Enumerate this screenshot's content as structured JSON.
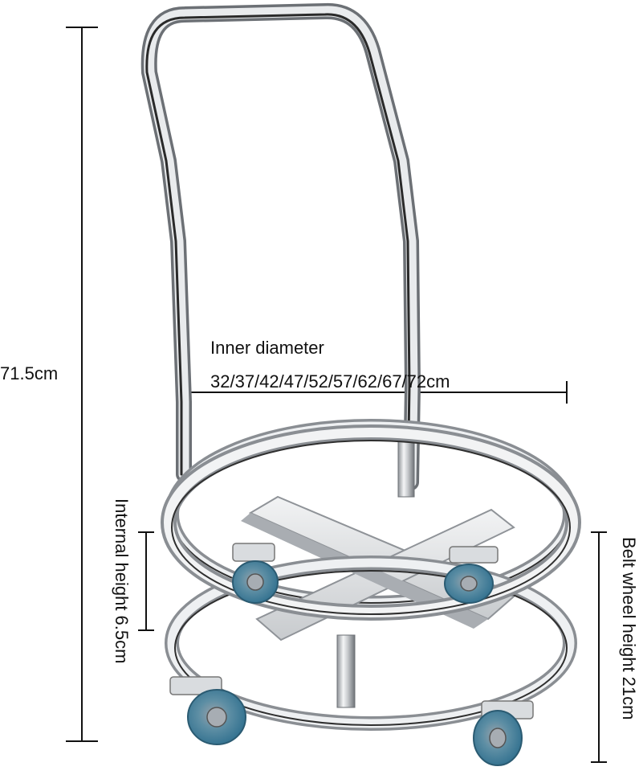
{
  "labels": {
    "overall_height": "71.5cm",
    "inner_diameter_title": "Inner diameter",
    "inner_diameter_values": "32/37/42/47/52/57/62/67/72cm",
    "internal_height": "Internal height 6.5cm",
    "wheel_height": "Belt wheel height 21cm"
  },
  "colors": {
    "steel_dark": "#3a3a3a",
    "steel_mid": "#b9bcc0",
    "steel_light": "#eef0f2",
    "wheel_blue": "#3f8fb0",
    "wheel_gray": "#7a7f86"
  }
}
